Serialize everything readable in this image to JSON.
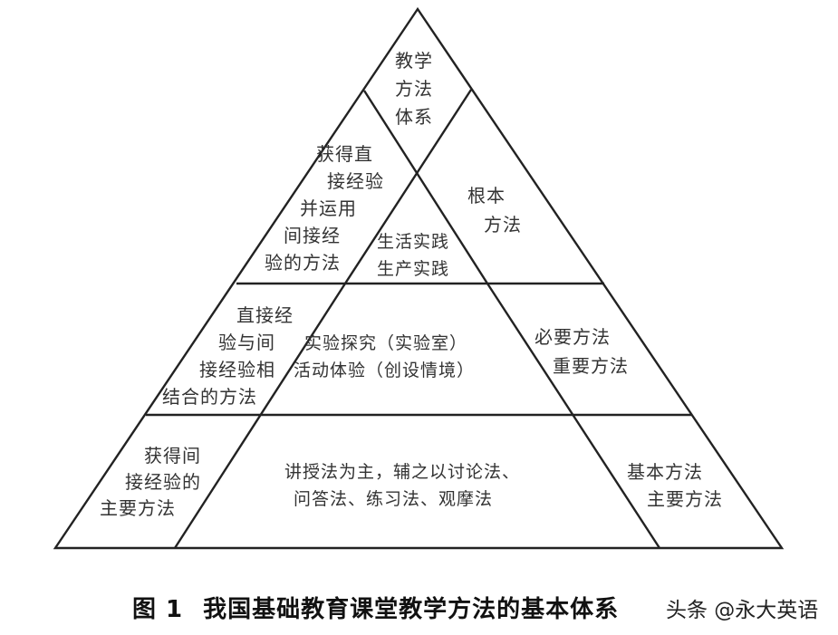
{
  "diagram": {
    "apex": {
      "lines": [
        "教学",
        "方法",
        "体系"
      ]
    },
    "tier1": {
      "left": {
        "lines": [
          "获得直",
          "接经验",
          "并运用",
          "间接经",
          "验的方法"
        ]
      },
      "center": {
        "lines": [
          "生活实践",
          "生产实践"
        ]
      },
      "right": {
        "lines": [
          "根本",
          "方法"
        ]
      }
    },
    "tier2": {
      "left": {
        "lines": [
          "直接经",
          "验与间",
          "接经验相",
          "结合的方法"
        ]
      },
      "center": {
        "lines": [
          "实验探究（实验室）",
          "活动体验（创设情境）"
        ]
      },
      "right": {
        "lines": [
          "必要方法",
          "重要方法"
        ]
      }
    },
    "tier3": {
      "left": {
        "lines": [
          "获得间",
          "接经验的",
          "主要方法"
        ]
      },
      "center": {
        "lines": [
          "讲授法为主，辅之以讨论法、",
          "问答法、练习法、观摩法"
        ]
      },
      "right": {
        "lines": [
          "基本方法",
          "主要方法"
        ]
      }
    }
  },
  "caption": {
    "figure_number": "图 1",
    "title": "我国基础教育课堂教学方法的基本体系"
  },
  "watermark": "头条 @永大英语",
  "colors": {
    "line": "#222222",
    "text": "#333333",
    "background": "#ffffff"
  }
}
